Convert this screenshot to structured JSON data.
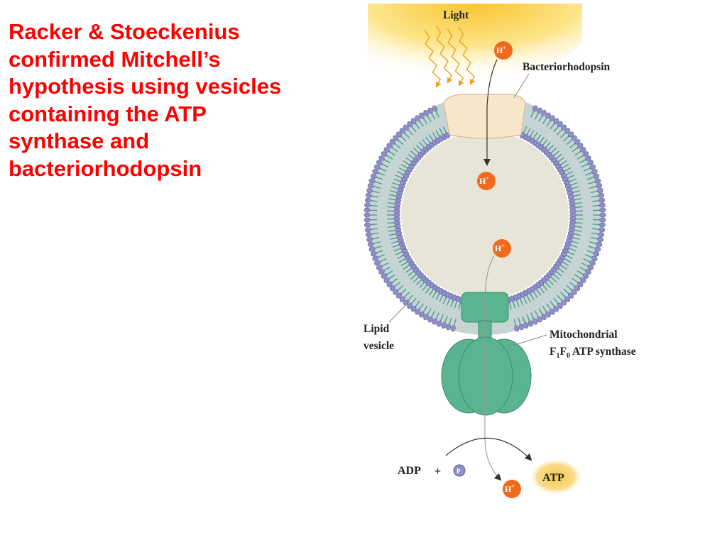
{
  "slide": {
    "title_lines": [
      "Racker & Stoeckenius",
      "confirmed Mitchell’s",
      "hypothesis using vesicles",
      "containing the ATP",
      "synthase and",
      "bacteriorhodopsin"
    ]
  },
  "diagram": {
    "label_light": "Light",
    "label_bacteriorhodopsin": "Bacteriorhodopsin",
    "label_lipid_1": "Lipid",
    "label_lipid_2": "vesicle",
    "label_mito_1": "Mitochondrial",
    "label_mito_F1": "F",
    "label_mito_sub1": "1",
    "label_mito_F0": "F",
    "label_mito_sub0": "0",
    "label_mito_rest": " ATP synthase",
    "ion_H": "H",
    "ion_plus": "+",
    "adp": "ADP",
    "plus_sign": "+",
    "phosphate": "P",
    "atp": "ATP",
    "colors": {
      "title": "#ff0000",
      "membrane_outer": "#8f90c8",
      "membrane_tail": "#4f9a95",
      "vesicle_interior": "#e6e5d8",
      "protein": "#5bb490",
      "bacteriorhodopsin": "#f7e6c8",
      "proton": "#f06a1e",
      "atp_glow": "#f7d37a",
      "light_glow": "#fbe07a"
    }
  }
}
